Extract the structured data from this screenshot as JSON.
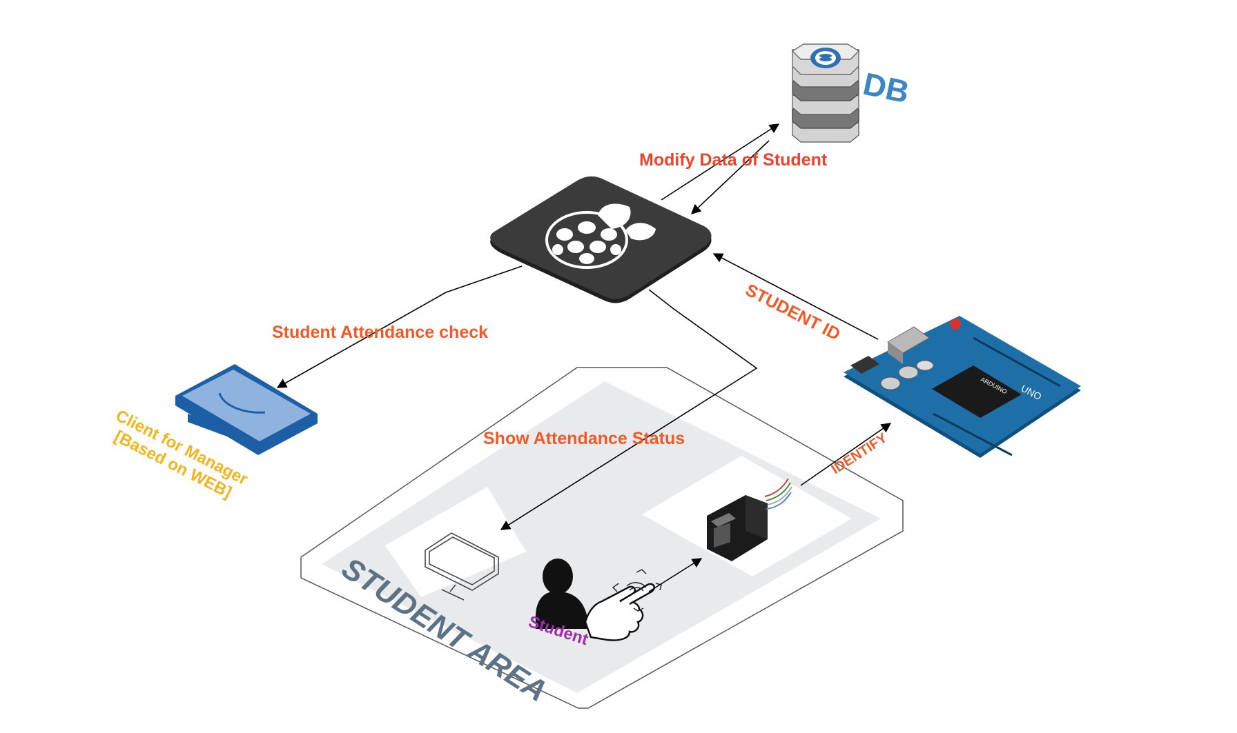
{
  "labels": {
    "db": "DB",
    "modify": "Modify Data of Student",
    "attendance_check": "Student Attendance check",
    "student_id": "STUDENT ID",
    "client_line1": "Client for Manager",
    "client_line2": "[Based on WEB]",
    "show_status": "Show Attendance Status",
    "identify": "IDENTIFY",
    "student": "Student",
    "student_area": "STUDENT AREA",
    "arduino_brand": "ARDUINO",
    "arduino_model": "UNO"
  },
  "colors": {
    "label_red": "#e8452c",
    "label_orange": "#f05a28",
    "client_yellow": "#f2b51c",
    "db_blue": "#3d86c6",
    "student_purple": "#9b2fae",
    "area_text": "#5b7385",
    "pi_board": "#3b3b3b",
    "arduino_board": "#1e6fa8"
  },
  "icons": [
    "database-icon",
    "raspberry-pi-icon",
    "arduino-uno-icon",
    "web-client-monitor-icon",
    "monitor-icon",
    "fingerprint-sensor-icon",
    "student-person-icon",
    "pointing-hand-icon"
  ]
}
